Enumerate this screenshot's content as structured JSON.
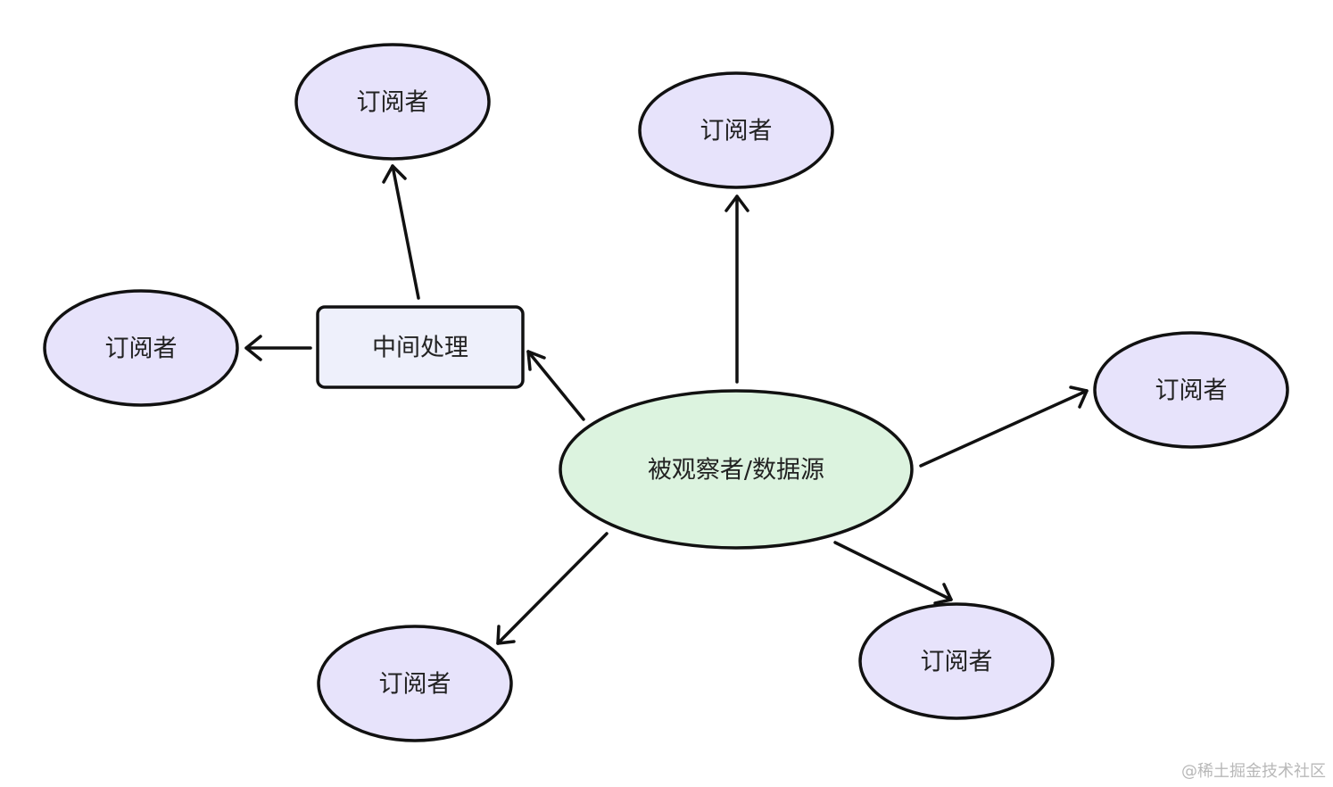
{
  "colors": {
    "source_fill": "#dcf3df",
    "subscriber_fill": "#e7e3fb",
    "processor_fill": "#eef0fb",
    "stroke": "#111111",
    "text": "#222222"
  },
  "source": {
    "label": "被观察者/数据源"
  },
  "processor": {
    "label": "中间处理"
  },
  "subscribers": [
    {
      "id": "sub-top-left",
      "label": "订阅者"
    },
    {
      "id": "sub-left",
      "label": "订阅者"
    },
    {
      "id": "sub-top-center",
      "label": "订阅者"
    },
    {
      "id": "sub-right",
      "label": "订阅者"
    },
    {
      "id": "sub-bottom-left",
      "label": "订阅者"
    },
    {
      "id": "sub-bottom-right",
      "label": "订阅者"
    }
  ],
  "edges": [
    {
      "from": "source",
      "to": "processor"
    },
    {
      "from": "processor",
      "to": "sub-top-left"
    },
    {
      "from": "processor",
      "to": "sub-left"
    },
    {
      "from": "source",
      "to": "sub-top-center"
    },
    {
      "from": "source",
      "to": "sub-right"
    },
    {
      "from": "source",
      "to": "sub-bottom-left"
    },
    {
      "from": "source",
      "to": "sub-bottom-right"
    }
  ],
  "watermark": "@稀土掘金技术社区"
}
